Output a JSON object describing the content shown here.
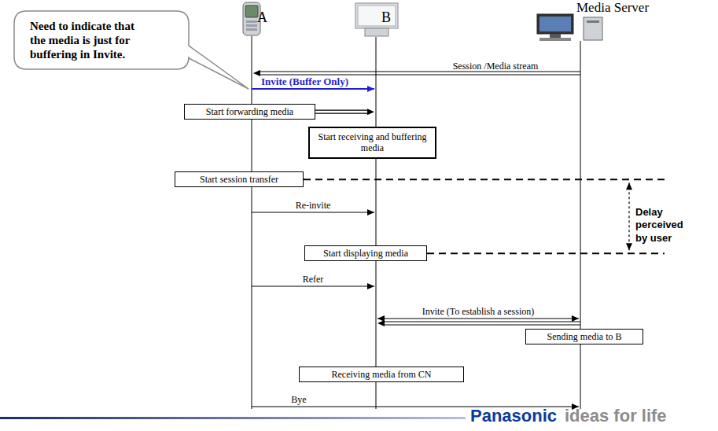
{
  "diagram": {
    "nodes": [
      {
        "text": [
          "Need to indicate that the media is just for buffering in Invite."
        ]
      },
      {
        "text": [
          "Start forwarding media"
        ]
      },
      {
        "text": [
          "Start receiving and buffering media"
        ]
      },
      {
        "text": [
          "Start session transfer"
        ]
      },
      {
        "text": [
          "Start displaying media"
        ]
      },
      {
        "text": [
          "Sending media to B"
        ]
      },
      {
        "text": [
          "Receiving media from CN"
        ]
      }
    ],
    "labels": [
      "A",
      "B",
      "Media Server",
      "Session /Media stream",
      "Invite (Buffer Only)",
      "Re-invite",
      "Refer",
      "Invite (To establish a session)",
      "Bye",
      "Delay perceived by user",
      "Panasonic",
      "ideas for life"
    ]
  }
}
